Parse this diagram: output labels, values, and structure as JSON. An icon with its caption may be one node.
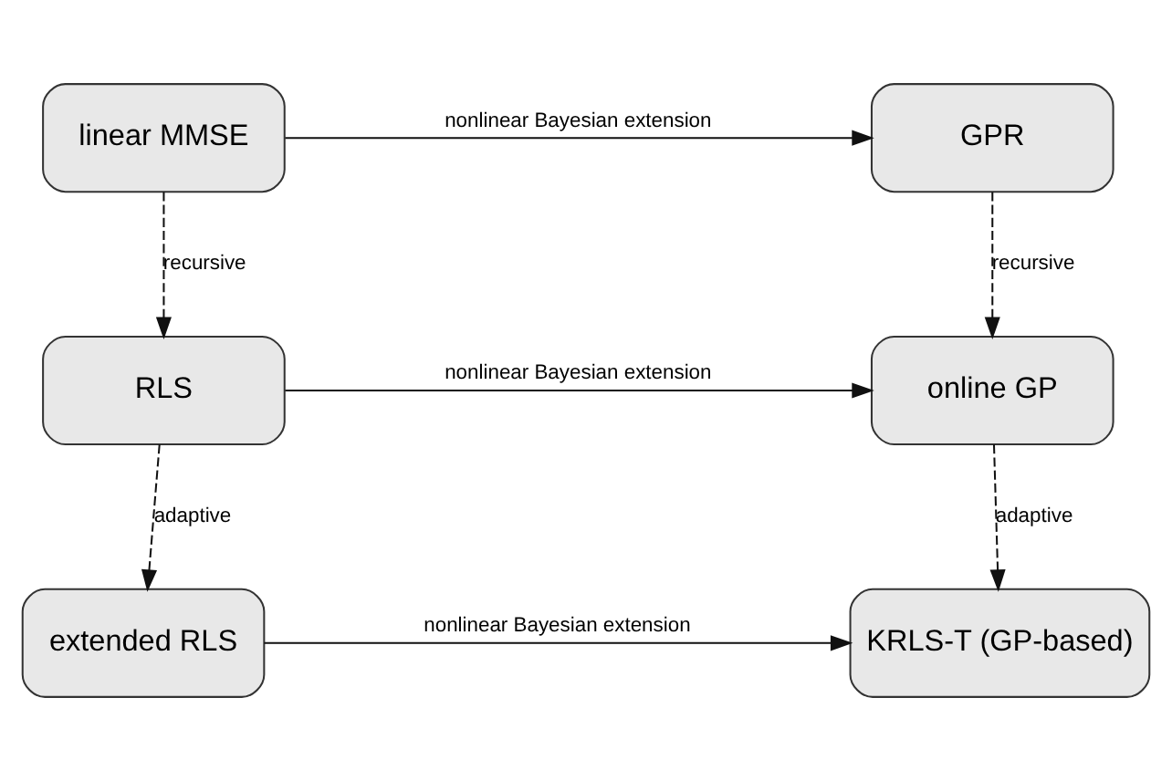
{
  "diagram": {
    "nodes": [
      {
        "text": [
          "linear MMSE"
        ]
      },
      {
        "text": [
          "GPR"
        ]
      },
      {
        "text": [
          "RLS"
        ]
      },
      {
        "text": [
          "online GP"
        ]
      },
      {
        "text": [
          "extended RLS"
        ]
      },
      {
        "text": [
          "KRLS-T (GP-based)"
        ]
      }
    ],
    "edges": [
      {
        "from": 0,
        "to": 1,
        "arrow": "to",
        "label": "nonlinear Bayesian extension"
      },
      {
        "from": 0,
        "to": 2,
        "arrow": "to",
        "label": "recursive",
        "style": "dashed"
      },
      {
        "from": 1,
        "to": 3,
        "arrow": "to",
        "label": "recursive",
        "style": "dashed"
      },
      {
        "from": 2,
        "to": 3,
        "arrow": "to",
        "label": "nonlinear Bayesian extension"
      },
      {
        "from": 2,
        "to": 4,
        "arrow": "to",
        "label": "adaptive",
        "style": "dashed"
      },
      {
        "from": 3,
        "to": 5,
        "arrow": "to",
        "label": "adaptive",
        "style": "dashed"
      },
      {
        "from": 4,
        "to": 5,
        "arrow": "to",
        "label": "nonlinear Bayesian extension"
      }
    ]
  }
}
